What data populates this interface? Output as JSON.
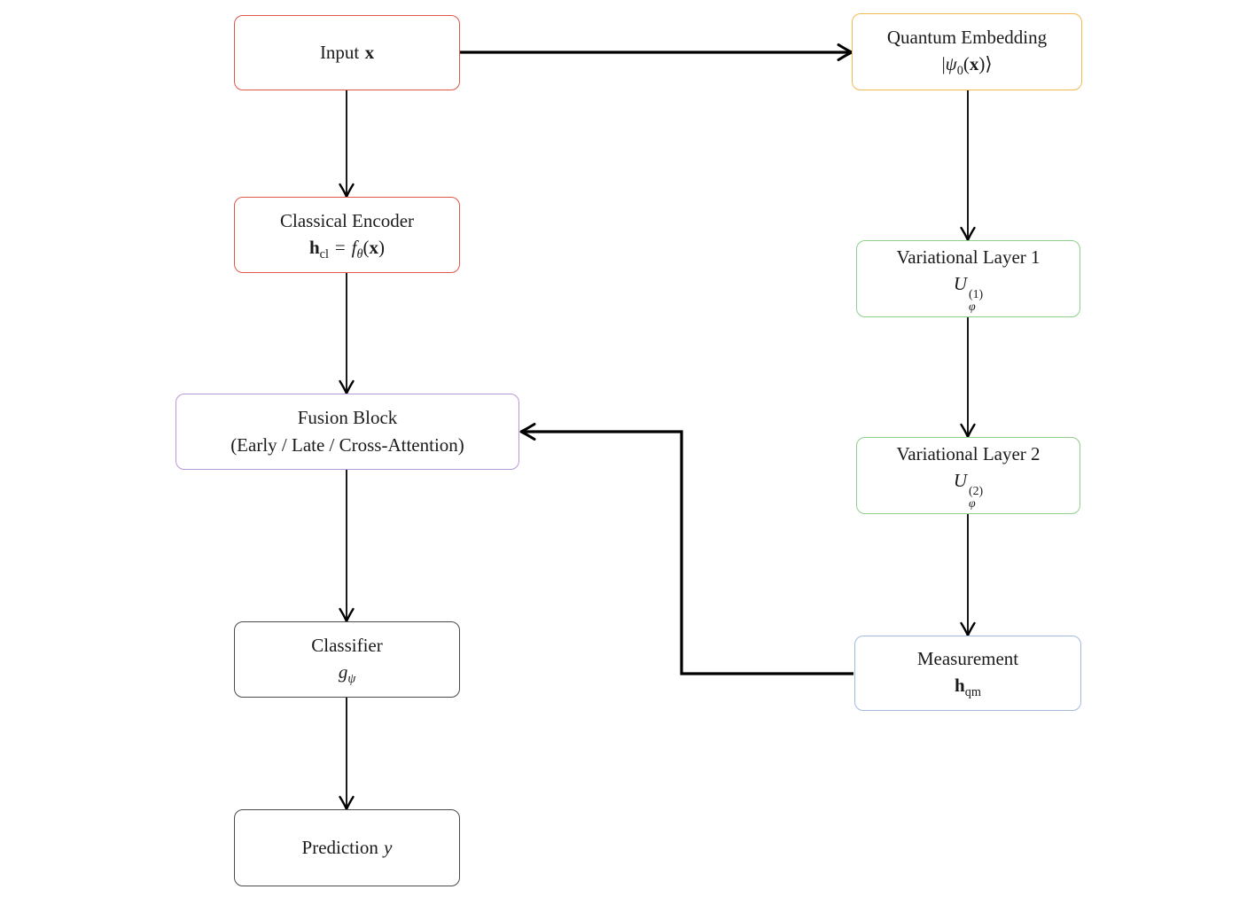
{
  "diagram": {
    "type": "flowchart",
    "background": "#ffffff",
    "colors": {
      "red": "#e0564a",
      "amber": "#f2b950",
      "green": "#8ed08b",
      "purple": "#b698d9",
      "blue": "#a2bce0",
      "dark": "#4a4a4a",
      "arrow": "#000000",
      "text": "#1b1b1b"
    },
    "nodes": {
      "input": {
        "title": "Input",
        "var": "x",
        "color": "red"
      },
      "quantum_embedding": {
        "title": "Quantum Embedding",
        "f_bar": "|",
        "f_psi": "ψ",
        "f_sub": "0",
        "f_open": "(",
        "f_arg": "x",
        "f_close": ")⟩",
        "color": "amber"
      },
      "classical_encoder": {
        "title": "Classical Encoder",
        "f_h": "h",
        "f_hsub": "cl",
        "f_eq": "=",
        "f_fn": "f",
        "f_fnsub": "θ",
        "f_open": "(",
        "f_arg": "x",
        "f_close": ")",
        "color": "red"
      },
      "variational_layer_1": {
        "title": "Variational Layer 1",
        "f_u": "U",
        "f_sup": "(1)",
        "f_sub": "φ",
        "color": "green"
      },
      "fusion_block": {
        "title": "Fusion Block",
        "subtitle": "(Early / Late / Cross-Attention)",
        "color": "purple"
      },
      "variational_layer_2": {
        "title": "Variational Layer 2",
        "f_u": "U",
        "f_sup": "(2)",
        "f_sub": "φ",
        "color": "green"
      },
      "classifier": {
        "title": "Classifier",
        "f_g": "g",
        "f_sub": "ψ",
        "color": "dark"
      },
      "measurement": {
        "title": "Measurement",
        "f_h": "h",
        "f_sub": "qm",
        "color": "blue"
      },
      "prediction": {
        "title": "Prediction",
        "var": "y",
        "color": "dark"
      }
    },
    "edges": [
      {
        "from": "input",
        "to": "quantum_embedding",
        "style": "thick"
      },
      {
        "from": "input",
        "to": "classical_encoder",
        "style": "thin"
      },
      {
        "from": "classical_encoder",
        "to": "fusion_block",
        "style": "thin"
      },
      {
        "from": "fusion_block",
        "to": "classifier",
        "style": "thin"
      },
      {
        "from": "classifier",
        "to": "prediction",
        "style": "thin"
      },
      {
        "from": "quantum_embedding",
        "to": "variational_layer_1",
        "style": "thin"
      },
      {
        "from": "variational_layer_1",
        "to": "variational_layer_2",
        "style": "thin"
      },
      {
        "from": "variational_layer_2",
        "to": "measurement",
        "style": "thin"
      },
      {
        "from": "measurement",
        "to": "fusion_block",
        "style": "thick"
      }
    ]
  }
}
